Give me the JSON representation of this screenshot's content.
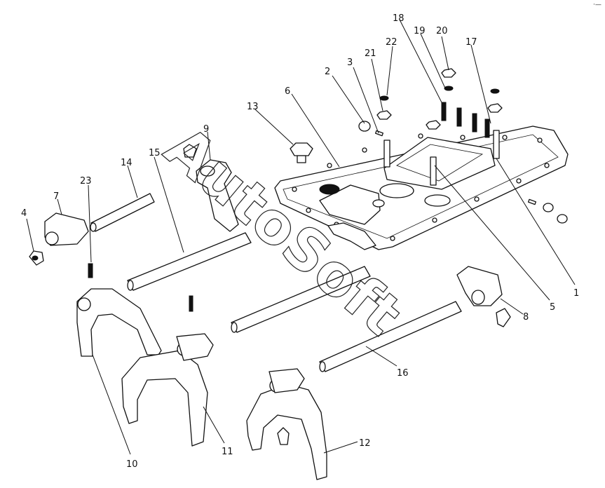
{
  "diagram": {
    "callouts": [
      {
        "id": "c1",
        "label": "1"
      },
      {
        "id": "c2",
        "label": "2"
      },
      {
        "id": "c3",
        "label": "3"
      },
      {
        "id": "c4",
        "label": "4"
      },
      {
        "id": "c5",
        "label": "5"
      },
      {
        "id": "c6",
        "label": "6"
      },
      {
        "id": "c7",
        "label": "7"
      },
      {
        "id": "c8",
        "label": "8"
      },
      {
        "id": "c9",
        "label": "9"
      },
      {
        "id": "c10",
        "label": "10"
      },
      {
        "id": "c11",
        "label": "11"
      },
      {
        "id": "c12",
        "label": "12"
      },
      {
        "id": "c13",
        "label": "13"
      },
      {
        "id": "c14",
        "label": "14"
      },
      {
        "id": "c15",
        "label": "15"
      },
      {
        "id": "c16",
        "label": "16"
      },
      {
        "id": "c17",
        "label": "17"
      },
      {
        "id": "c18",
        "label": "18"
      },
      {
        "id": "c19",
        "label": "19"
      },
      {
        "id": "c20",
        "label": "20"
      },
      {
        "id": "c21",
        "label": "21"
      },
      {
        "id": "c22",
        "label": "22"
      },
      {
        "id": "c23",
        "label": "23"
      }
    ],
    "watermark": "AutoSoft",
    "corner_mark": "·—"
  }
}
